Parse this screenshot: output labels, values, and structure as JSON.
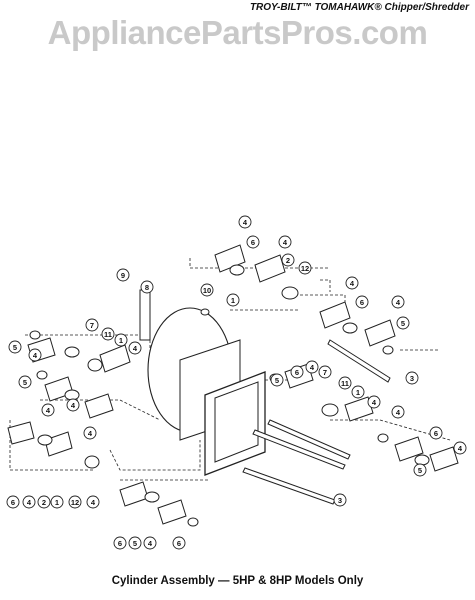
{
  "header": {
    "title": "TROY-BILT™ TOMAHAWK® Chipper/Shredder"
  },
  "watermark": {
    "text": "AppliancePartsPros.com"
  },
  "caption": {
    "text": "Cylinder Assembly — 5HP & 8HP Models Only"
  },
  "diagram": {
    "callouts": [
      "4",
      "6",
      "4",
      "2",
      "12",
      "9",
      "8",
      "10",
      "1",
      "4",
      "6",
      "4",
      "5",
      "7",
      "11",
      "1",
      "4",
      "5",
      "4",
      "5",
      "4",
      "7",
      "11",
      "1",
      "3",
      "4",
      "6",
      "4",
      "5",
      "4",
      "6",
      "4",
      "2",
      "1",
      "12",
      "4",
      "6",
      "5",
      "4",
      "6",
      "4",
      "3",
      "4",
      "6",
      "4",
      "5"
    ]
  }
}
